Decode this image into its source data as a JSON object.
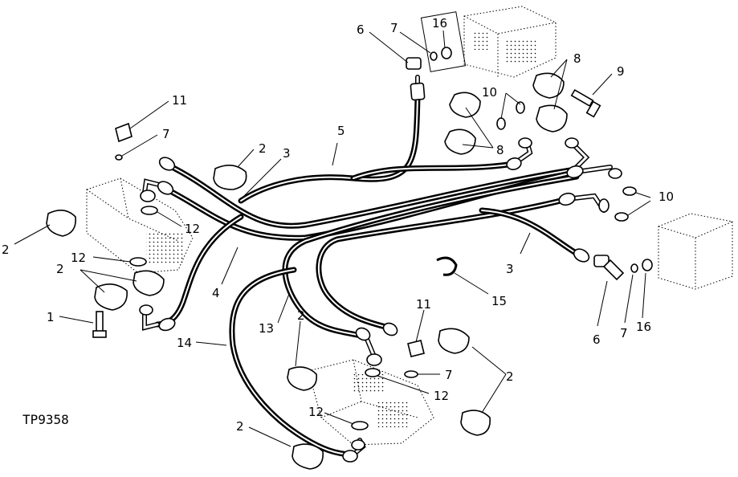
{
  "figure_tag": "TP9358",
  "callouts": {
    "c1": "1",
    "c2a": "2",
    "c2b": "2",
    "c2c": "2",
    "c2d": "2",
    "c2e": "2",
    "c2f": "2",
    "c3a": "3",
    "c3b": "3",
    "c4": "4",
    "c5": "5",
    "c6a": "6",
    "c6b": "6",
    "c7a": "7",
    "c7b": "7",
    "c7c": "7",
    "c7d": "7",
    "c8a": "8",
    "c8b": "8",
    "c9": "9",
    "c10a": "10",
    "c10b": "10",
    "c11a": "11",
    "c11b": "11",
    "c12a": "12",
    "c12b": "12",
    "c12c": "12",
    "c12d": "12",
    "c13": "13",
    "c14": "14",
    "c15": "15",
    "c16a": "16",
    "c16b": "16"
  }
}
